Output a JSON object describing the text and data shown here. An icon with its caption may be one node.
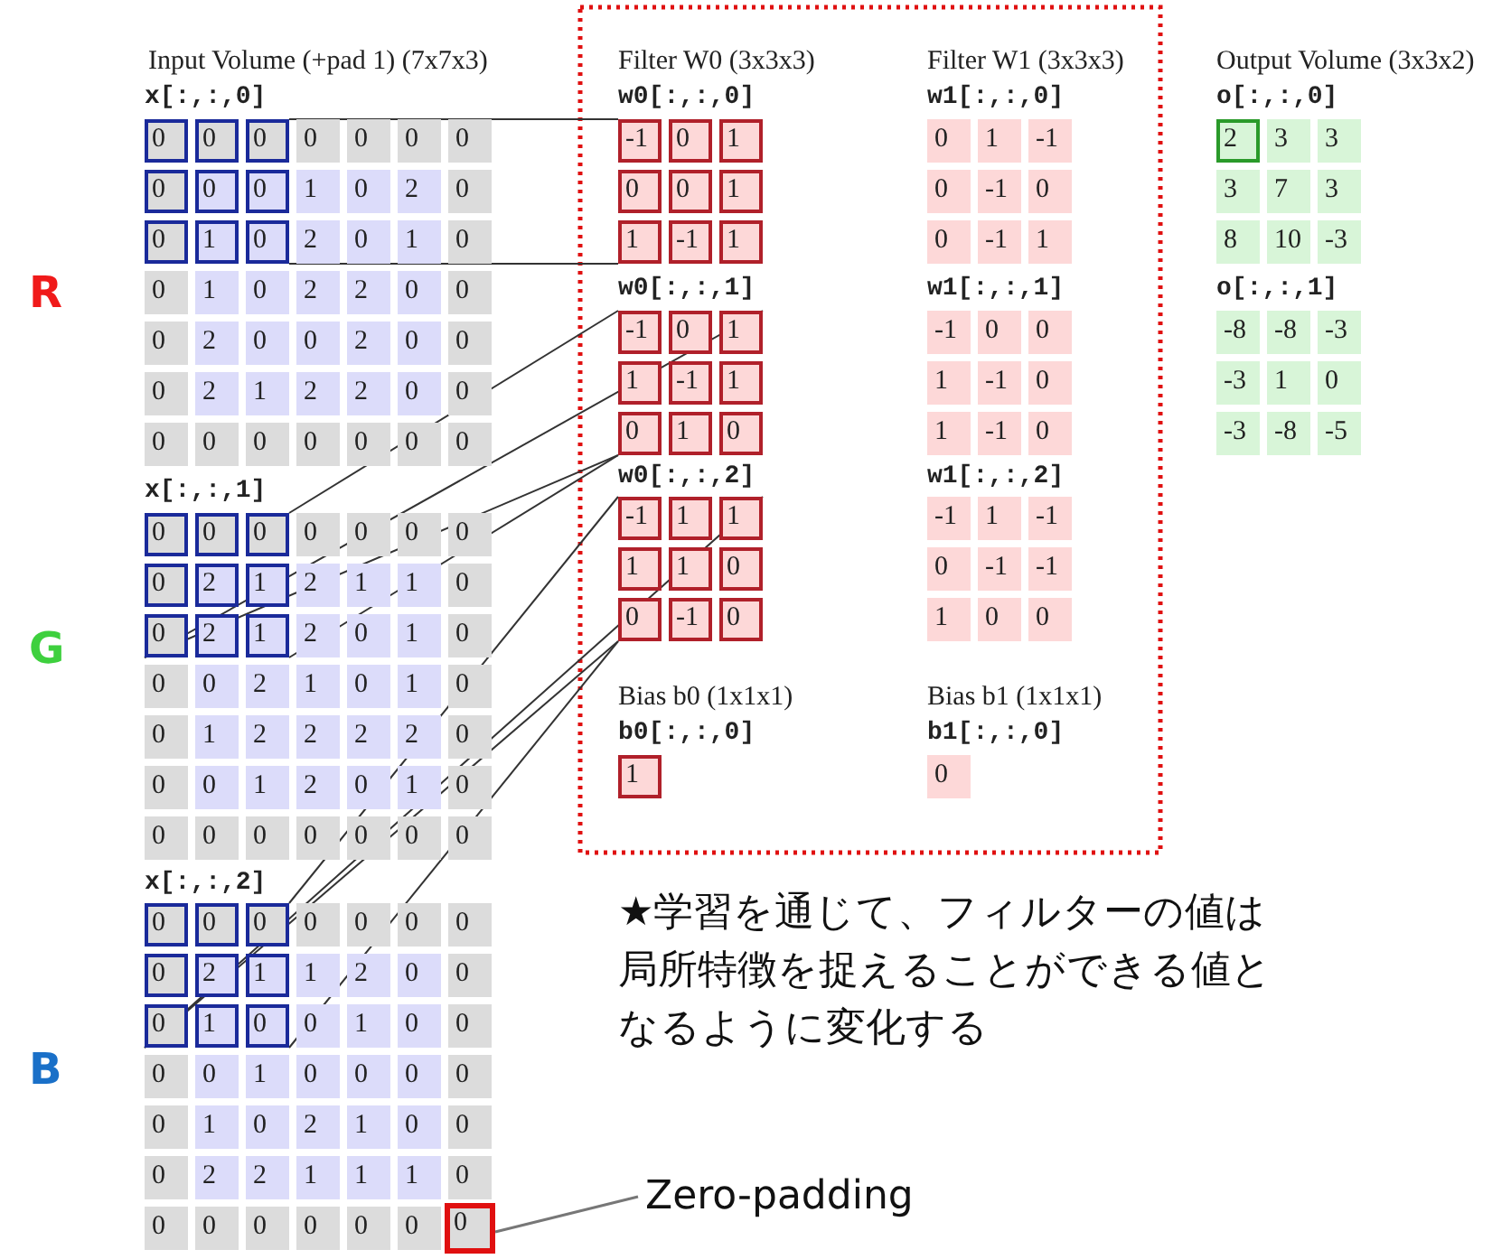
{
  "diagram": {
    "nodes": [
      {
        "text": [
          "Zero-padding"
        ]
      },
      {
        "text": [
          "0"
        ]
      }
    ],
    "edges": [
      {
        "from": 0,
        "to": 1,
        "arrow": "none"
      }
    ],
    "labels": [
      "Input Volume (+pad 1) (7x7x3)",
      "x[:,:,0]",
      "0",
      "0",
      "0",
      "0",
      "0",
      "0",
      "0",
      "0",
      "0",
      "0",
      "1",
      "0",
      "2",
      "0",
      "0",
      "1",
      "0",
      "2",
      "0",
      "1",
      "0",
      "0",
      "1",
      "0",
      "2",
      "2",
      "0",
      "0",
      "0",
      "2",
      "0",
      "0",
      "2",
      "0",
      "0",
      "0",
      "2",
      "1",
      "2",
      "2",
      "0",
      "0",
      "0",
      "0",
      "0",
      "0",
      "0",
      "0",
      "0",
      "x[:,:,1]",
      "0",
      "0",
      "0",
      "0",
      "0",
      "0",
      "0",
      "0",
      "2",
      "1",
      "2",
      "1",
      "1",
      "0",
      "0",
      "2",
      "1",
      "2",
      "0",
      "1",
      "0",
      "0",
      "0",
      "2",
      "1",
      "0",
      "1",
      "0",
      "0",
      "1",
      "2",
      "2",
      "2",
      "2",
      "0",
      "0",
      "0",
      "1",
      "2",
      "0",
      "1",
      "0",
      "0",
      "0",
      "0",
      "0",
      "0",
      "0",
      "0",
      "x[:,:,2]",
      "0",
      "0",
      "0",
      "0",
      "0",
      "0",
      "0",
      "0",
      "2",
      "1",
      "1",
      "2",
      "0",
      "0",
      "0",
      "1",
      "0",
      "0",
      "1",
      "0",
      "0",
      "0",
      "0",
      "1",
      "0",
      "0",
      "0",
      "0",
      "0",
      "1",
      "0",
      "2",
      "1",
      "0",
      "0",
      "0",
      "2",
      "2",
      "1",
      "1",
      "1",
      "0",
      "0",
      "0",
      "0",
      "0",
      "0",
      "0",
      "Filter W0 (3x3x3)",
      "w0[:,:,0]",
      "-1",
      "0",
      "1",
      "0",
      "0",
      "1",
      "1",
      "-1",
      "1",
      "w0[:,:,1]",
      "-1",
      "0",
      "1",
      "1",
      "-1",
      "1",
      "0",
      "1",
      "0",
      "w0[:,:,2]",
      "-1",
      "1",
      "1",
      "1",
      "1",
      "0",
      "0",
      "-1",
      "0",
      "Bias b0 (1x1x1)",
      "b0[:,:,0]",
      "1",
      "Filter W1 (3x3x3)",
      "w1[:,:,0]",
      "0",
      "1",
      "-1",
      "0",
      "-1",
      "0",
      "0",
      "-1",
      "1",
      "w1[:,:,1]",
      "-1",
      "0",
      "0",
      "1",
      "-1",
      "0",
      "1",
      "-1",
      "0",
      "w1[:,:,2]",
      "-1",
      "1",
      "-1",
      "0",
      "-1",
      "-1",
      "1",
      "0",
      "0",
      "Bias b1 (1x1x1)",
      "b1[:,:,0]",
      "0",
      "Output Volume (3x3x2)",
      "o[:,:,0]",
      "2",
      "3",
      "3",
      "3",
      "7",
      "3",
      "8",
      "10",
      "-3",
      "o[:,:,1]",
      "-8",
      "-8",
      "-3",
      "-3",
      "1",
      "0",
      "-3",
      "-8",
      "-5",
      "R",
      "G",
      "B",
      "★学習を通じて、フィルターの値は局所特徴を捉えることができる値となるように変化する"
    ]
  }
}
